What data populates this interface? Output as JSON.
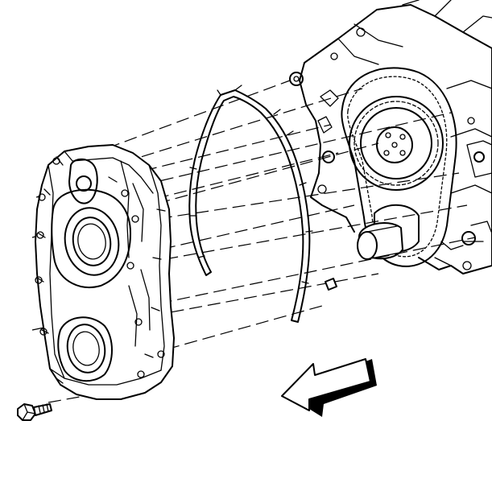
{
  "diagram": {
    "style": "exploded line drawing",
    "colors": {
      "ink": "#000000",
      "background": "#ffffff",
      "arrow_shadow": "#000000"
    },
    "parts": [
      {
        "id": "engine-block",
        "icon": "engine-block-icon"
      },
      {
        "id": "camshaft-sprocket",
        "icon": "sprocket-icon"
      },
      {
        "id": "crankshaft-nose",
        "icon": "crankshaft-icon"
      },
      {
        "id": "gasket",
        "icon": "gasket-icon"
      },
      {
        "id": "front-cover",
        "icon": "front-cover-icon"
      },
      {
        "id": "cover-bolt",
        "icon": "bolt-icon"
      },
      {
        "id": "dowel-pin",
        "icon": "dowel-pin-icon"
      },
      {
        "id": "direction-arrow",
        "icon": "arrow-left-icon"
      }
    ]
  }
}
